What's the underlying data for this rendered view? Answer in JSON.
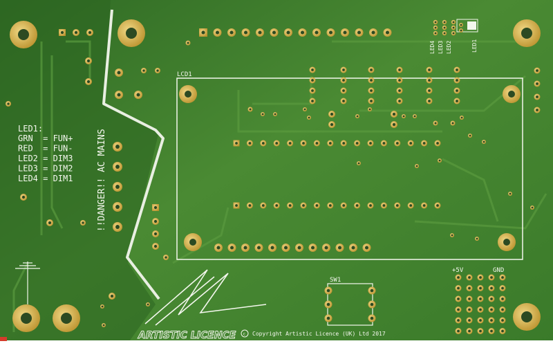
{
  "board": {
    "colors": {
      "soldermask": "#3d7a2c",
      "soldermask_dark": "#2f6a22",
      "copper": "#c9a437",
      "copper_ring": "#e3c567",
      "silkscreen": "#f4f7ee",
      "drill": "#2c4a22"
    },
    "silk": {
      "led_legend_title": "LED1:",
      "led_legend": [
        "GRN  = FUN+",
        "RED  = FUN-",
        "LED2 = DIM3",
        "LED3 = DIM2",
        "LED4 = DIM1"
      ],
      "danger": "!!DANGER!! AC MAINS",
      "lcd_label": "LCD1",
      "sw_label": "SW1",
      "plus5v": "+5V",
      "gnd": "GND",
      "led_labels": [
        "LED4",
        "LED3",
        "LED2",
        "LED1"
      ],
      "logo_text": "ARTISTIC LICENCE",
      "copyright_symbol": "c",
      "copyright": "Copyright Artistic Licence (UK) Ltd 2017"
    }
  }
}
